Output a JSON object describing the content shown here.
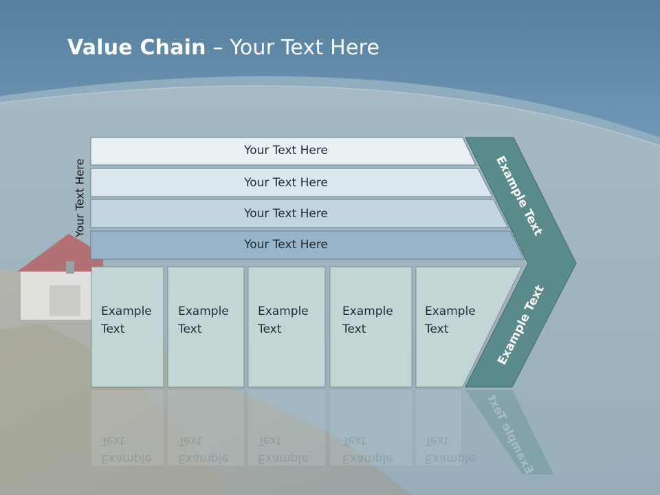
{
  "slide": {
    "title_bold": "Value Chain",
    "title_rest": " – Your Text Here",
    "side_label": "Your Text Here"
  },
  "support_rows": [
    {
      "label": "Your Text Here"
    },
    {
      "label": "Your Text Here"
    },
    {
      "label": "Your Text Here"
    },
    {
      "label": "Your Text Here"
    }
  ],
  "primary_boxes": [
    {
      "line1": "Example",
      "line2": "Text"
    },
    {
      "line1": "Example",
      "line2": "Text"
    },
    {
      "line1": "Example",
      "line2": "Text"
    },
    {
      "line1": "Example",
      "line2": "Text"
    },
    {
      "line1": "Example",
      "line2": "Text"
    }
  ],
  "chevron": {
    "upper_label": "Example Text",
    "lower_label": "Example Text"
  },
  "colors": {
    "row1": "#e9f0f4",
    "row2": "#dbe6ee",
    "row3": "#c2d4e1",
    "row4": "#97b4cb",
    "box": "#c3d6d6",
    "chevron": "#5a8a8a",
    "sky": "#5f8aa8"
  }
}
